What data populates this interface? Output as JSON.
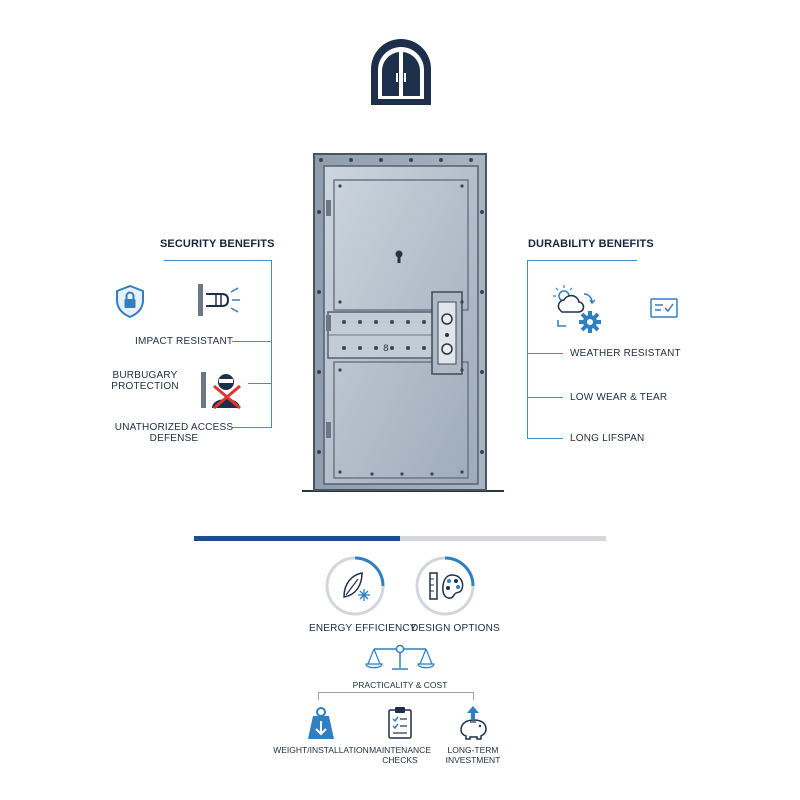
{
  "logo": {
    "icon": "arched-double-door-logo"
  },
  "door": {
    "icon": "steel-security-door"
  },
  "security": {
    "title": "SECURITY BENEFITS",
    "items": [
      {
        "label": "IMPACT RESISTANT",
        "icon": "punch-fist-icon"
      },
      {
        "label_line1": "BURBUGARY",
        "label_line2": "PROTECTION",
        "icon": "burglar-blocked-icon"
      },
      {
        "label_line1": "UNATHORIZED ACCESS",
        "label_line2": "DEFENSE",
        "icon": "shield-lock-icon"
      }
    ]
  },
  "durability": {
    "title": "DURABILITY BENEFITS",
    "items": [
      {
        "label": "WEATHER RESISTANT",
        "icon": "weather-gear-icon"
      },
      {
        "label": "LOW WEAR & TEAR",
        "icon": "checklist-card-icon"
      },
      {
        "label": "LONG LIFSPAN"
      }
    ]
  },
  "progress": {
    "fraction": 0.5,
    "fill_color": "#1d4f8a",
    "track_color": "#d3d6db"
  },
  "features": [
    {
      "label": "ENERGY EFFICIENCY",
      "icon": "leaf-snowflake-icon"
    },
    {
      "label": "DESIGN OPTIONS",
      "icon": "ruler-palette-icon"
    }
  ],
  "practicality": {
    "label": "PRACTICALITY & COST",
    "icon": "balance-scale-icon",
    "items": [
      {
        "label_line1": "WEIGHT/INSTALLATION",
        "label_line2": "",
        "icon": "weight-down-icon"
      },
      {
        "label_line1": "MAINTENANCE",
        "label_line2": "CHECKS",
        "icon": "clipboard-check-icon"
      },
      {
        "label_line1": "LONG-TERM",
        "label_line2": "INVESTMENT",
        "icon": "piggy-bank-up-icon"
      }
    ]
  },
  "colors": {
    "navy": "#1d2f4a",
    "accent_blue": "#2f7fc1",
    "line_blue": "#3c8fcf",
    "steel": "#b4c0cc"
  }
}
